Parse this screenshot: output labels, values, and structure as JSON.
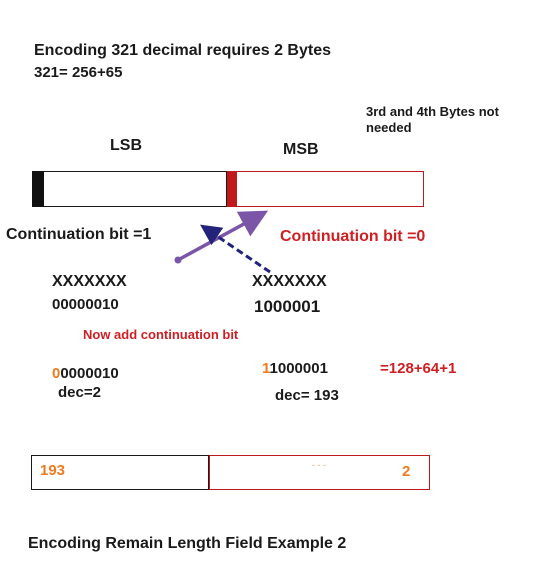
{
  "header": {
    "title": "Encoding 321 decimal requires 2 Bytes",
    "equation": "321= 256+65",
    "note": "3rd and 4th Bytes not needed"
  },
  "bytes": {
    "lsb_label": "LSB",
    "msb_label": "MSB",
    "lsb_continuation": "Continuation bit =1",
    "msb_continuation": "Continuation bit =0",
    "lsb_placeholder": "XXXXXXX",
    "msb_placeholder": "XXXXXXX",
    "lsb_bits": "00000010",
    "msb_bits": "1000001"
  },
  "step": {
    "add_note": "Now add continuation bit",
    "lsb_prefix": "0",
    "lsb_rest": "0000010",
    "msb_prefix": "1",
    "msb_rest": "1000001",
    "sum": "=128+64+1",
    "lsb_dec": "dec=2",
    "msb_dec": "dec= 193"
  },
  "result": {
    "byte1": "193",
    "byte2": "2",
    "dots": "- - -"
  },
  "caption": "Encoding Remain Length Field Example 2",
  "colors": {
    "red": "#d01f23",
    "orange": "#f07b1e",
    "arrow_purple": "#7b56a8",
    "arrow_navy": "#23237a"
  }
}
